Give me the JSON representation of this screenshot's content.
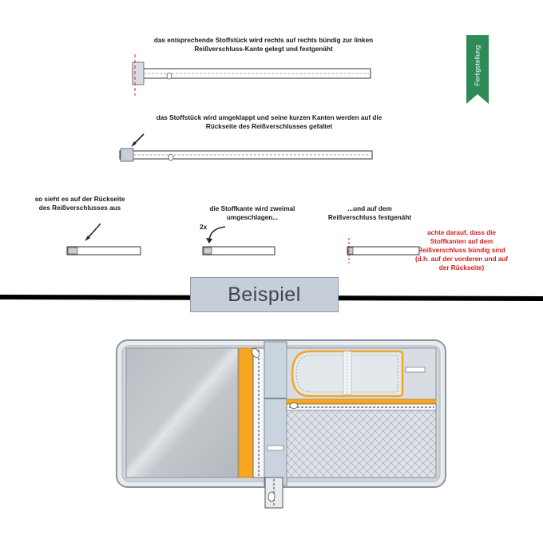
{
  "ribbon": {
    "label": "Fertigstellung",
    "color": "#2e8b57"
  },
  "steps": {
    "step1": "das entsprechende Stoffstück wird rechts auf rechts bündig zur linken Reißverschluss-Kante gelegt und festgenäht",
    "step2": "das Stoffstück wird umgeklappt und seine kurzen Kanten werden auf die Rückseite des Reißverschlusses gefaltet",
    "step3": "so sieht es auf der Rückseite des Reißverschlusses aus",
    "step4": "die Stoffkante wird zweimal umgeschlagen...",
    "step4_mark": "2x",
    "step5": "...und auf dem Reißverschluss festgenäht",
    "note": "achte darauf, dass die Stoffkanten auf dem Reißverschluss bündig sind (d.h. auf der vorderen und auf der Rückseite)"
  },
  "example": {
    "title": "Beispiel"
  },
  "colors": {
    "accent_yellow": "#f5a623",
    "note_red": "#d32020",
    "title_box": "#c6cfd9"
  }
}
